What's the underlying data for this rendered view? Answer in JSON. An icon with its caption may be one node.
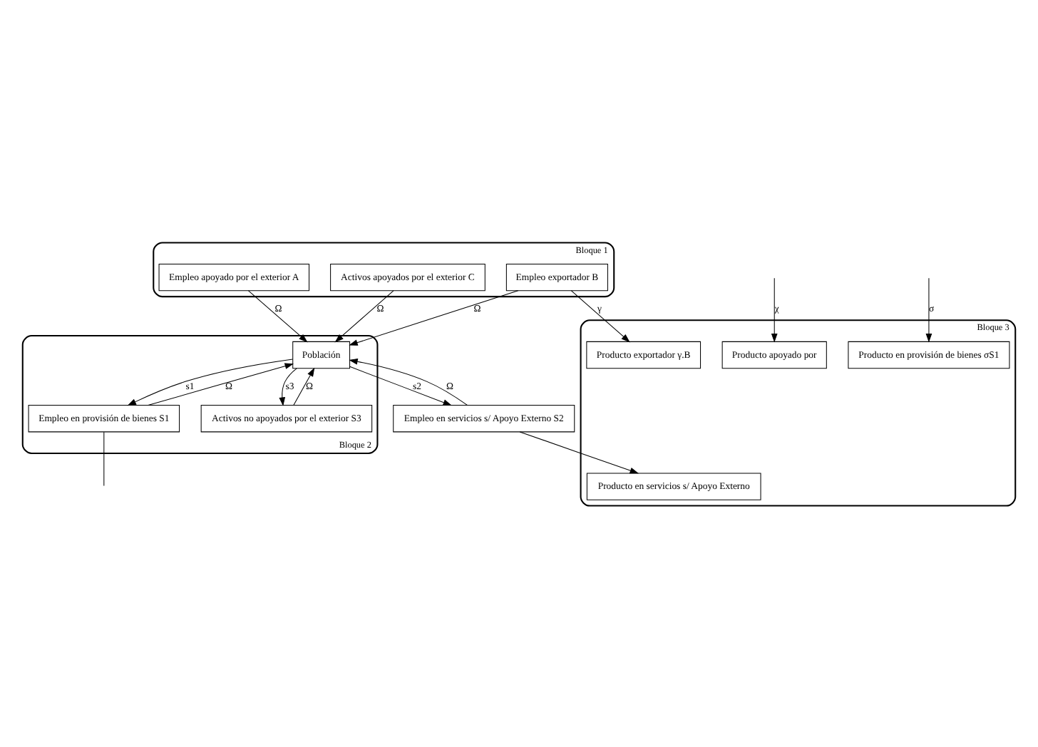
{
  "diagram": {
    "nodes": [
      {
        "text": [
          "Bloque 1"
        ]
      },
      {
        "text": [
          "Empleo exportador B"
        ],
        "in": 0
      },
      {
        "text": [
          "Empleo apoyado por el exterior A"
        ],
        "in": 0
      },
      {
        "text": [
          "Activos apoyados por el exterior C"
        ],
        "in": 0
      },
      {
        "text": [
          "Bloque 3"
        ]
      },
      {
        "text": [
          "Producto exportador γ.B"
        ],
        "in": 4
      },
      {
        "text": [
          "Producto apoyado por"
        ],
        "in": 4
      },
      {
        "text": [
          "Bloque 2"
        ]
      },
      {
        "text": [
          "Población"
        ],
        "in": 7
      },
      {
        "text": [
          "Empleo en servicios s/ Apoyo Externo S2"
        ]
      },
      {
        "text": [
          "Producto en servicios s/ Apoyo Externo"
        ],
        "in": 4
      },
      {
        "text": [
          "Empleo en provisión de bienes S1"
        ],
        "in": 7
      },
      {
        "text": [
          "Activos no apoyados por el exterior S3"
        ],
        "in": 7
      },
      {
        "text": [
          "Producto en provisión de bienes σS1"
        ],
        "in": 4
      }
    ],
    "edges": [
      {
        "from": 1,
        "to": 5,
        "arrow": "to",
        "label": "γ"
      },
      {
        "from": null,
        "to": 6,
        "arrow": "to",
        "label": "χ"
      },
      {
        "from": 1,
        "to": 8,
        "arrow": "to",
        "label": "Ω"
      },
      {
        "from": 2,
        "to": 8,
        "arrow": "to",
        "label": "Ω"
      },
      {
        "from": 3,
        "to": 8,
        "arrow": "to",
        "label": "Ω"
      },
      {
        "from": 11,
        "to": 8,
        "arrow": "to",
        "label": "Ω"
      },
      {
        "from": 8,
        "to": 11,
        "arrow": "to",
        "label": "s1"
      },
      {
        "from": 8,
        "to": 12,
        "arrow": "to",
        "label": "s3"
      },
      {
        "from": 12,
        "to": 8,
        "arrow": "to",
        "label": "Ω"
      },
      {
        "from": 8,
        "to": 9,
        "arrow": "to",
        "label": "s2"
      },
      {
        "from": 9,
        "to": 8,
        "arrow": "to",
        "label": "Ω"
      },
      {
        "from": 9,
        "to": 10,
        "arrow": "to"
      },
      {
        "from": 11,
        "to": null,
        "arrow": "none"
      },
      {
        "from": null,
        "to": 13,
        "arrow": "to",
        "label": "σ"
      }
    ]
  }
}
